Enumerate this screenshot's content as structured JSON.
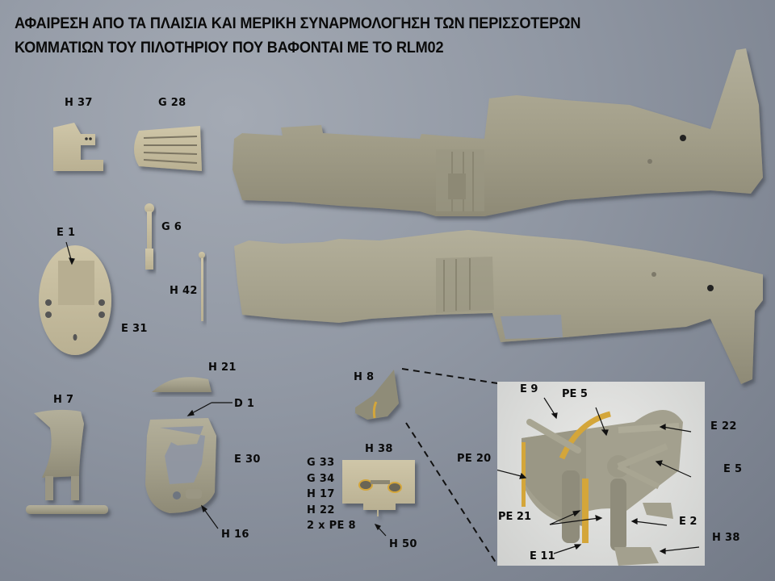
{
  "title": {
    "line1": "ΑΦΑΙΡΕΣΗ ΑΠΟ ΤΑ ΠΛΑΙΣΙΑ ΚΑΙ ΜΕΡΙΚΗ ΣΥΝΑΡΜΟΛΟΓΗΣΗ ΤΩΝ ΠΕΡΙΣΣΟΤΕΡΩΝ",
    "line2": "ΚΟΜΜΑΤΙΩΝ ΤΟΥ ΠΙΛΟΤΗΡΙΟΥ ΠΟΥ ΒΑΦΟΝΤΑΙ ΜΕ ΤΟ RLM02"
  },
  "colors": {
    "background": "#8f96a2",
    "plastic": "#a39f8a",
    "plastic_shadow": "#7f7b69",
    "photo_etch": "#d4a63a",
    "inset_background": "#dcdcda",
    "text": "#0a0a0a"
  },
  "parts": {
    "h37": "H 37",
    "g28": "G 28",
    "e1": "E 1",
    "g6": "G 6",
    "h42": "H 42",
    "e31": "E 31",
    "h21": "H 21",
    "d1": "D 1",
    "h7": "H 7",
    "e30": "E 30",
    "h16": "H 16",
    "h8": "H 8",
    "h38": "H 38",
    "h50": "H 50",
    "seat_parts_list": [
      "G 33",
      "G 34",
      "H 17",
      "H 22",
      "2 x PE 8"
    ]
  },
  "inset": {
    "labels": {
      "e9": "E 9",
      "pe5": "PE 5",
      "e22": "E 22",
      "pe20": "PE 20",
      "e5": "E 5",
      "pe21": "PE 21",
      "e2": "E 2",
      "h38": "H 38",
      "e11": "E 11"
    }
  }
}
